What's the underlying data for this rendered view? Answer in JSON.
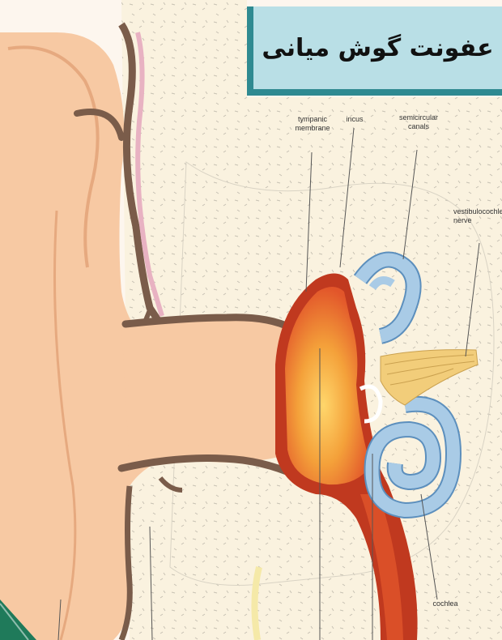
{
  "title": "عفونت گوش میانی",
  "labels": {
    "tympanic_membrane": "tympanic\nmembrane",
    "incus": "incus",
    "semicircular_canals": "semicircular\ncanals",
    "vestibulocochlear_nerve": "vestibulocochlear\nnerve",
    "cochlea": "cochlea"
  },
  "colors": {
    "skin": "#f7c9a3",
    "bone": "#faf2df",
    "canal_outline": "#7a5c4a",
    "infection_red": "#c0391f",
    "infection_orange": "#f29a2e",
    "labyrinth_blue": "#a9cbe6",
    "nerve": "#f2cd7a",
    "title_bg": "#b9dfe6",
    "title_border": "#2f8a91",
    "corner_green": "#1f7a5a"
  }
}
